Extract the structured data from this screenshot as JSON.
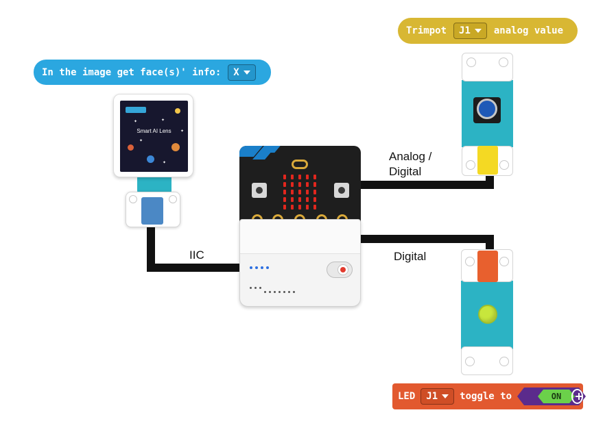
{
  "blocks": {
    "face_info": {
      "label": "In the image get face(s)' info:",
      "dropdown_value": "X",
      "color": "#2ba7e0"
    },
    "trimpot": {
      "label": "Trimpot",
      "dropdown_value": "J1",
      "suffix": "analog value",
      "color": "#d8b733"
    },
    "led": {
      "label": "LED",
      "dropdown_value": "J1",
      "middle": "toggle to",
      "state_value": "ON",
      "color": "#e2592f"
    }
  },
  "wire_labels": {
    "iic": "IIC",
    "analog_digital_line1": "Analog /",
    "analog_digital_line2": "Digital",
    "digital": "Digital"
  },
  "lens_screen": {
    "title": "Smart AI Lens"
  },
  "modules": {
    "trimpot_plug_color": "#f4d923",
    "led_plug_color": "#e8602e",
    "lens_plug_color": "#4b88c5",
    "module_body_color": "#2cb3c4"
  }
}
